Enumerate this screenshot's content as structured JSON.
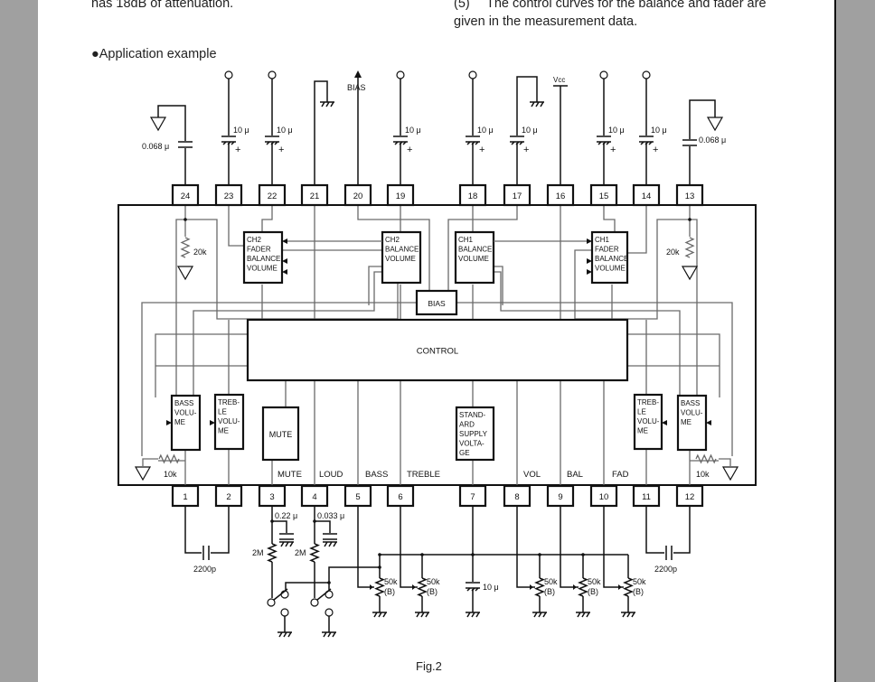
{
  "text": {
    "left_line": "has 18dB of attenuation.",
    "right_item_num": "(5)",
    "right_line1": "The control curves for the balance and fader are",
    "right_line2": "given in the measurement data.",
    "section_heading": "●Application example",
    "figure_caption": "Fig.2"
  },
  "diagram": {
    "top_pins": [
      "24",
      "23",
      "22",
      "21",
      "20",
      "19",
      "18",
      "17",
      "16",
      "15",
      "14",
      "13"
    ],
    "bottom_pins": [
      "1",
      "2",
      "3",
      "4",
      "5",
      "6",
      "7",
      "8",
      "9",
      "10",
      "11",
      "12"
    ],
    "blocks": {
      "ch2_fader": [
        "CH2",
        "FADER",
        "BALANCE",
        "VOLUME"
      ],
      "ch2_balance": [
        "CH2",
        "BALANCE",
        "VOLUME"
      ],
      "ch1_balance": [
        "CH1",
        "BALANCE",
        "VOLUME"
      ],
      "ch1_fader": [
        "CH1",
        "FADER",
        "BALANCE",
        "VOLUME"
      ],
      "bias": "BIAS",
      "control": "CONTROL",
      "bass_left": [
        "BASS",
        "VOLU-",
        "ME"
      ],
      "treble_left": [
        "TREB-",
        "LE",
        "VOLU-",
        "ME"
      ],
      "mute": "MUTE",
      "standard": [
        "STAND-",
        "ARD",
        "SUPPLY",
        "VOLTA-",
        "GE"
      ],
      "treble_right": [
        "TREB-",
        "LE",
        "VOLU-",
        "ME"
      ],
      "bass_right": [
        "BASS",
        "VOLU-",
        "ME"
      ]
    },
    "pin_labels": [
      "MUTE",
      "LOUD",
      "BASS",
      "TREBLE",
      "VOL",
      "BAL",
      "FAD"
    ],
    "components": {
      "bias_out": "BIAS",
      "vcc": "Vcc",
      "cap_068": "0.068 μ",
      "cap_10u": "10 μ",
      "plus": "+",
      "res_20k": "20k",
      "res_10k": "10k",
      "cap_2200p": "2200p",
      "cap_022": "0.22 μ",
      "cap_0033": "0.033 μ",
      "res_2m": "2M",
      "pot": "50k",
      "pot_type": "(B)"
    }
  }
}
